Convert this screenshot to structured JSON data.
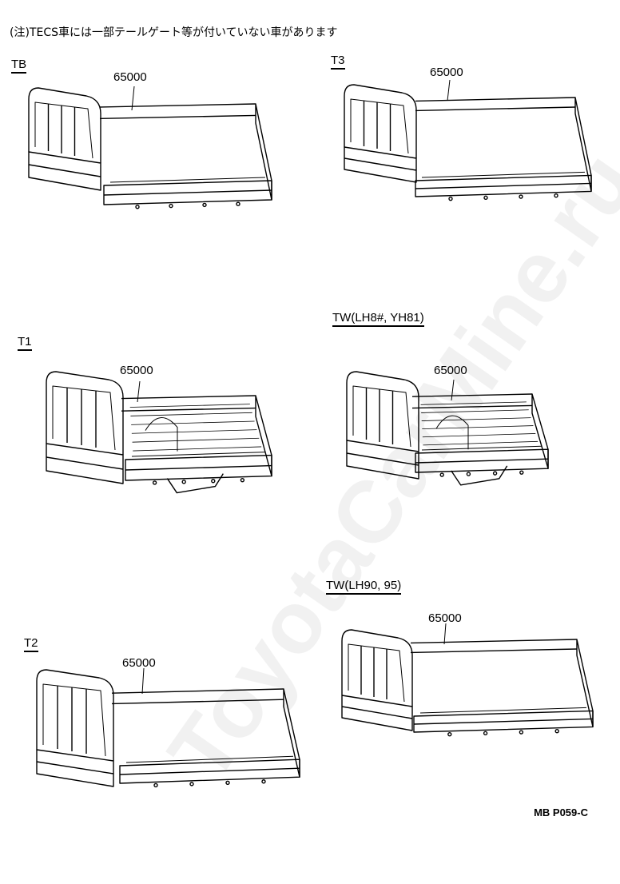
{
  "note": "(注)TECS車には一部テールゲート等が付いていない車があります",
  "watermark": "ToyotaCarMine.ru",
  "reference_code": "MB P059-C",
  "diagrams": [
    {
      "label": "TB",
      "part_number": "65000"
    },
    {
      "label": "T3",
      "part_number": "65000"
    },
    {
      "label": "T1",
      "part_number": "65000"
    },
    {
      "label": "TW(LH8#, YH81)",
      "part_number": "65000"
    },
    {
      "label": "T2",
      "part_number": "65000"
    },
    {
      "label": "TW(LH90, 95)",
      "part_number": "65000"
    }
  ]
}
